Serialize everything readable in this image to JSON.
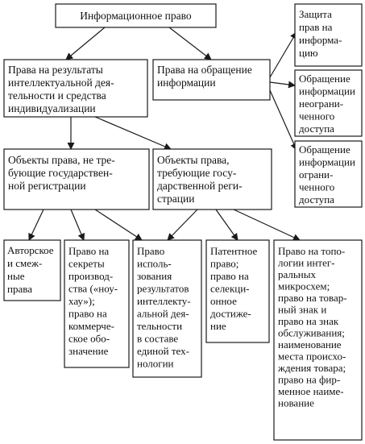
{
  "nodes": {
    "root": {
      "lines": [
        "Информационное право"
      ]
    },
    "left1": {
      "lines": [
        "Права на результаты",
        "интеллектуальной дея-",
        "тельности и средства",
        "индивидуализации"
      ]
    },
    "right1": {
      "lines": [
        "Права на обращение",
        "информации"
      ]
    },
    "prot": {
      "lines": [
        "Защита",
        "прав на",
        "информа-",
        "цию"
      ]
    },
    "open": {
      "lines": [
        "Обращение",
        "информации",
        "неограни-",
        "ченного",
        "доступа"
      ]
    },
    "restr": {
      "lines": [
        "Обращение",
        "информации",
        "ограни-",
        "ченного",
        "доступа"
      ]
    },
    "noreg": {
      "lines": [
        "Объекты права, не тре-",
        "бующие государствен-",
        "ной регистрации"
      ]
    },
    "reg": {
      "lines": [
        "Объекты права,",
        "требующие госу-",
        "дарственной реги-",
        "страции"
      ]
    },
    "author": {
      "lines": [
        "Авторское",
        "и смеж-",
        "ные",
        "права"
      ]
    },
    "secrets": {
      "lines": [
        "Право на",
        "секреты",
        "производ-",
        "ства («ноу-",
        "хау»);",
        "",
        "право на",
        "коммерче-",
        "ское обо-",
        "значение"
      ]
    },
    "unified": {
      "lines": [
        "Право",
        "исполь-",
        "зования",
        "результатов",
        "интеллекту-",
        "альной дея-",
        "тельности",
        "в составе",
        "единой тех-",
        "нологии"
      ]
    },
    "patent": {
      "lines": [
        "Патентное",
        "право;",
        "",
        "право на",
        "селекци-",
        "онное",
        "достиже-",
        "ние"
      ]
    },
    "topology": {
      "lines": [
        "Право на топо-",
        "логии интег-",
        "ральных",
        "микросхем;",
        "",
        "право на товар-",
        "ный знак и",
        "право на знак",
        "обслуживания;",
        "",
        "наименование",
        "места происхо-",
        "ждения товара;",
        "",
        "право на фир-",
        "менное наиме-",
        "нование"
      ]
    }
  }
}
